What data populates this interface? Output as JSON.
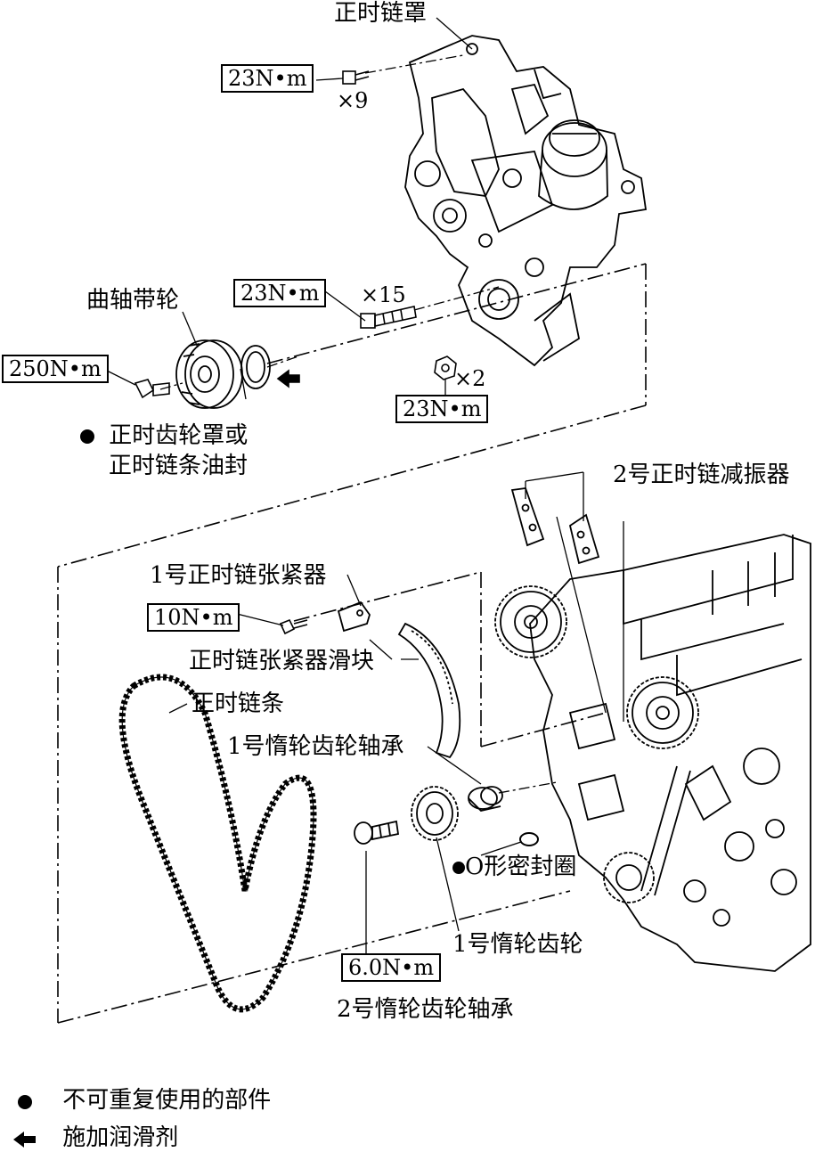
{
  "labels": {
    "timing_chain_cover": "正时链罩",
    "crank_pulley": "曲轴带轮",
    "oil_seal_line1": "正时齿轮罩或",
    "oil_seal_line2": "正时链条油封",
    "damper_no2": "2号正时链减振器",
    "tensioner_no1": "1号正时链张紧器",
    "tensioner_slipper": "正时链张紧器滑块",
    "timing_chain": "正时链条",
    "idler_shaft_no1": "1号惰轮齿轮轴承",
    "o_ring": "O形密封圈",
    "idler_gear_no1": "1号惰轮齿轮",
    "idler_shaft_no2": "2号惰轮齿轮轴承"
  },
  "torques": {
    "cover_bolts_top": "23N•m",
    "cover_bolts_mid": "23N•m",
    "pulley_bolt": "250N•m",
    "cover_nuts": "23N•m",
    "tensioner_bolts": "10N•m",
    "idler_bolt": "6.0N•m"
  },
  "quantities": {
    "top": "×9",
    "mid": "×15",
    "nuts": "×2"
  },
  "legend": {
    "non_reusable": "不可重复使用的部件",
    "apply_lube": "施加润滑剂"
  },
  "colors": {
    "ink": "#000000",
    "paper": "#ffffff"
  }
}
